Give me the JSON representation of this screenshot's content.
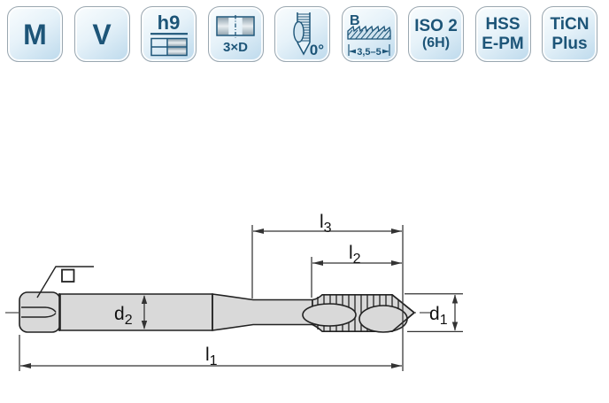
{
  "badges": [
    {
      "name": "metric-thread",
      "label": "M"
    },
    {
      "name": "v-profile",
      "label": "V"
    },
    {
      "name": "shank-tolerance",
      "label": "h9"
    },
    {
      "name": "thread-depth",
      "label": "3×D"
    },
    {
      "name": "spiral-point",
      "label": "0°"
    },
    {
      "name": "chamfer-form",
      "letter": "B",
      "range": "3,5–5"
    },
    {
      "name": "tolerance-class",
      "line1": "ISO 2",
      "line2": "(6H)"
    },
    {
      "name": "tool-material",
      "line1": "HSS",
      "line2": "E-PM"
    },
    {
      "name": "coating",
      "line1": "TiCN",
      "line2": "Plus"
    }
  ],
  "drawing": {
    "labels": {
      "l1": {
        "base": "l",
        "sub": "1"
      },
      "l2": {
        "base": "l",
        "sub": "2"
      },
      "l3": {
        "base": "l",
        "sub": "3"
      },
      "d1": {
        "base": "d",
        "sub": "1"
      },
      "d2": {
        "base": "d",
        "sub": "2"
      }
    }
  },
  "colors": {
    "badge_text": "#1d5578",
    "badge_border": "#9aa7b0",
    "badge_bg_top": "#fafdfe",
    "badge_bg_bottom": "#bcd9ec",
    "outline": "#222222",
    "body_fill": "#d9d9d9",
    "dimension_line": "#333333"
  }
}
